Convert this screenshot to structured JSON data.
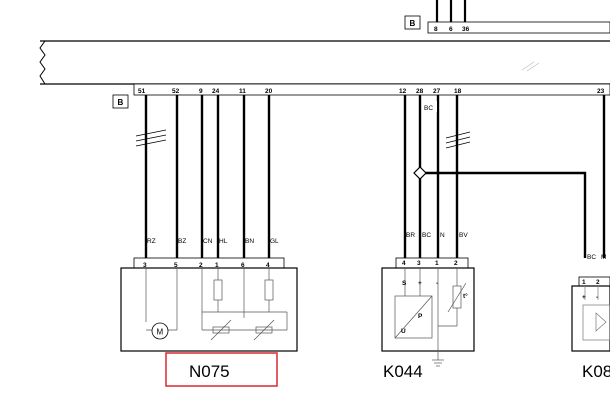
{
  "connector_tags": {
    "top": "B",
    "bus": "B"
  },
  "top_pins": [
    "8",
    "6",
    "36"
  ],
  "bus_pins": {
    "n075": [
      "51",
      "52",
      "9",
      "24",
      "11",
      "20"
    ],
    "k044": [
      "12",
      "28",
      "27",
      "18"
    ],
    "k08x": [
      "23"
    ]
  },
  "splice_label": "BC",
  "harness_mark": "bevel",
  "wire_labels": {
    "n075": [
      "RZ",
      "BZ",
      "CN",
      "HL",
      "BN",
      "GL"
    ],
    "k044": [
      "BR",
      "BC",
      "N",
      "BV"
    ],
    "k08x": [
      "BC",
      "M"
    ]
  },
  "component_pins": {
    "n075": [
      "3",
      "5",
      "2",
      "1",
      "6",
      "4"
    ],
    "k044": [
      "4",
      "3",
      "1",
      "2"
    ],
    "k08x": [
      "1",
      "2"
    ]
  },
  "k044_terminals": [
    "S",
    "+",
    "-"
  ],
  "k08x_terminals": [
    "+",
    "-"
  ],
  "internal_symbols": {
    "motor": "M",
    "pressure": "P",
    "voltage": "U",
    "temperature": "t°"
  },
  "components": {
    "n075": "N075",
    "k044": "K044",
    "k08x": "K08"
  },
  "highlight_color": "#d9363e"
}
